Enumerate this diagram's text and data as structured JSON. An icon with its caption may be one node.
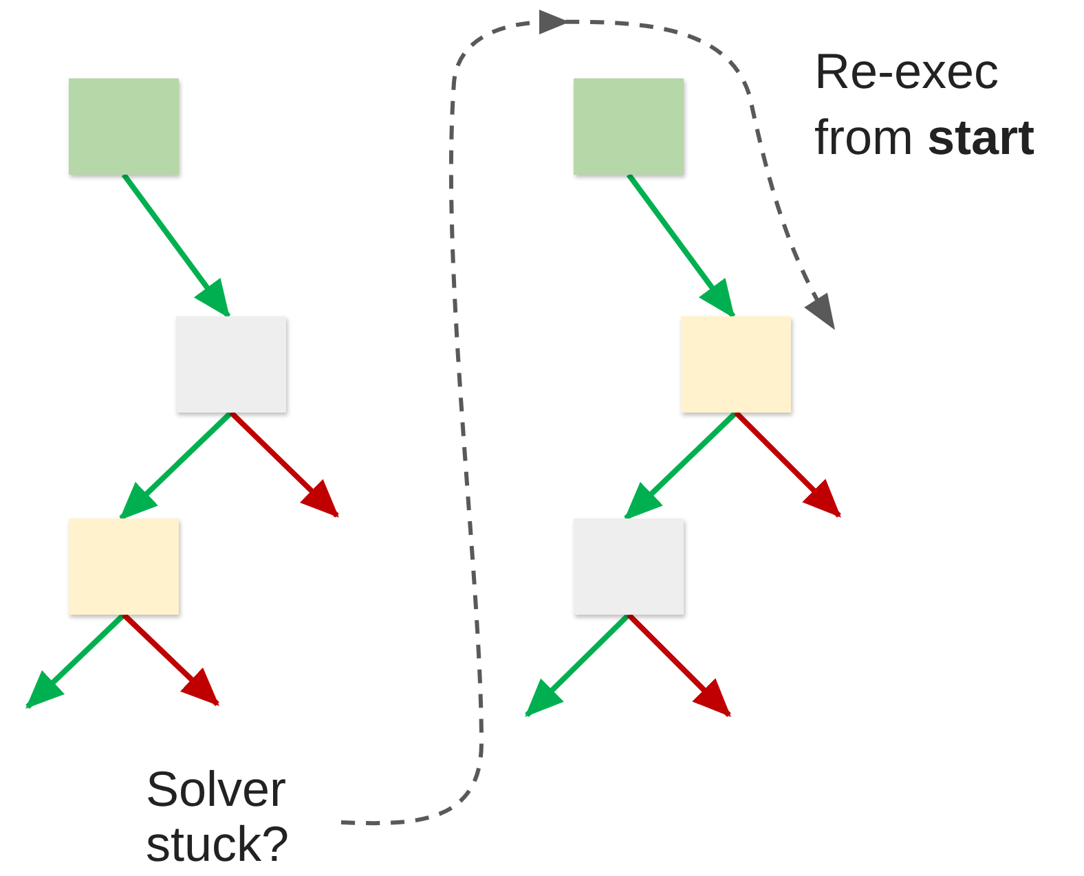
{
  "diagram": {
    "nodes": [
      {
        "text": [],
        "shape": "box"
      },
      {
        "text": [],
        "shape": "box"
      },
      {
        "text": [],
        "shape": "box"
      },
      {
        "text": [],
        "shape": "box"
      },
      {
        "text": [],
        "shape": "box"
      },
      {
        "text": [],
        "shape": "box"
      },
      {
        "text": [
          "Solver stuck?"
        ]
      }
    ],
    "edges": [
      {
        "from": 0,
        "to": 1,
        "arrow": "to"
      },
      {
        "from": 1,
        "to": 2,
        "arrow": "to"
      },
      {
        "from": 1,
        "to": null,
        "arrow": "to",
        "color": "#c00000"
      },
      {
        "from": 2,
        "to": null,
        "arrow": "to"
      },
      {
        "from": 2,
        "to": null,
        "arrow": "to",
        "color": "#c00000"
      },
      {
        "from": 3,
        "to": 4,
        "arrow": "to"
      },
      {
        "from": 4,
        "to": 5,
        "arrow": "to"
      },
      {
        "from": 4,
        "to": null,
        "arrow": "to",
        "color": "#c00000"
      },
      {
        "from": 5,
        "to": null,
        "arrow": "to"
      },
      {
        "from": 5,
        "to": null,
        "arrow": "to",
        "color": "#c00000"
      },
      {
        "from": 6,
        "to": null,
        "arrow": "to",
        "style": "dashed",
        "color": "#595959"
      }
    ],
    "labels": [
      "Re-exec from **start**"
    ]
  }
}
